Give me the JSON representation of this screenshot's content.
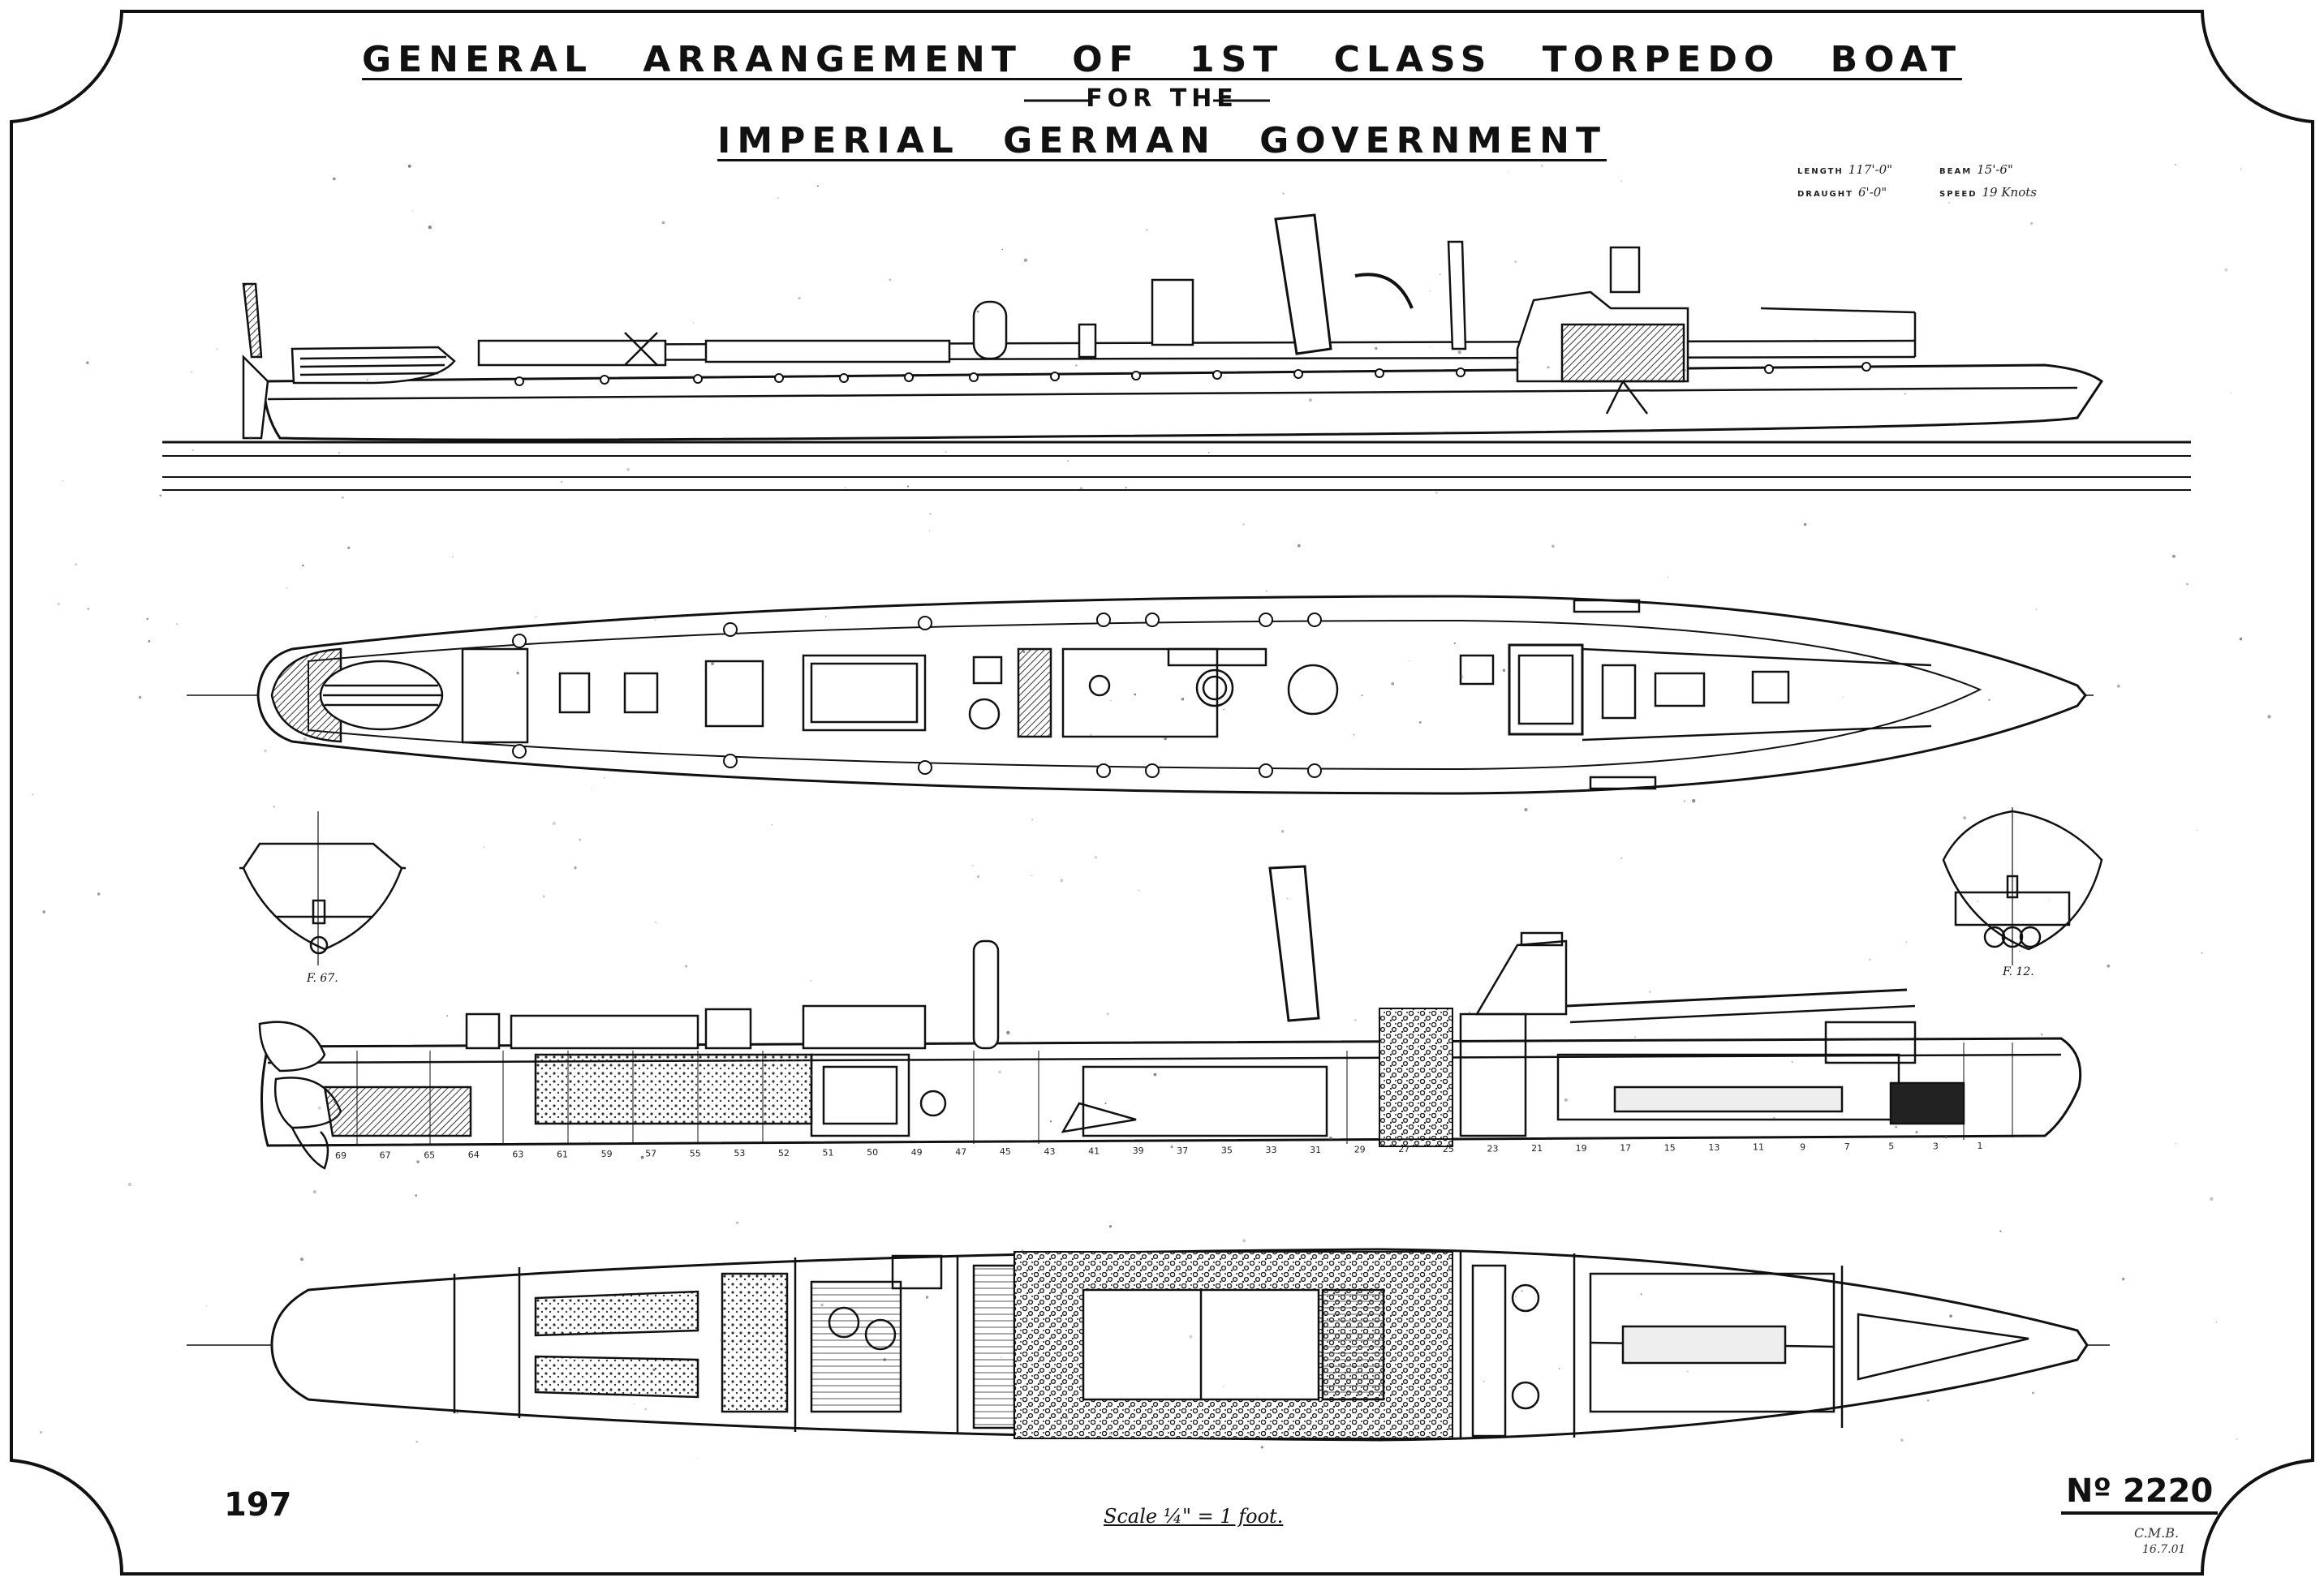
{
  "title": {
    "line1": "GENERAL ARRANGEMENT OF 1ST CLASS TORPEDO BOAT",
    "line2": "FOR THE",
    "line3": "IMPERIAL GERMAN GOVERNMENT"
  },
  "specs": {
    "length_label": "LENGTH",
    "length_value": "117'-0\"",
    "beam_label": "BEAM",
    "beam_value": "15'-6\"",
    "draught_label": "DRAUGHT",
    "draught_value": "6'-0\"",
    "speed_label": "SPEED",
    "speed_value": "19 Knots"
  },
  "section_labels": {
    "aft": "F. 67.",
    "fwd": "F. 12."
  },
  "frame_numbers": [
    "69",
    "67",
    "65",
    "64",
    "63",
    "61",
    "59",
    "57",
    "55",
    "53",
    "52",
    "51",
    "50",
    "49",
    "47",
    "45",
    "43",
    "41",
    "39",
    "37",
    "35",
    "33",
    "31",
    "29",
    "27",
    "25",
    "23",
    "21",
    "19",
    "17",
    "15",
    "13",
    "11",
    "9",
    "7",
    "5",
    "3",
    "1"
  ],
  "footer": {
    "sheet_number": "197",
    "scale": "Scale ¼\" = 1 foot.",
    "drawing_number": "Nº 2220",
    "initials": "C.M.B.",
    "date": "16.7.01"
  },
  "colors": {
    "ink": "#111111",
    "paper": "#ffffff",
    "hatch": "#444444"
  }
}
